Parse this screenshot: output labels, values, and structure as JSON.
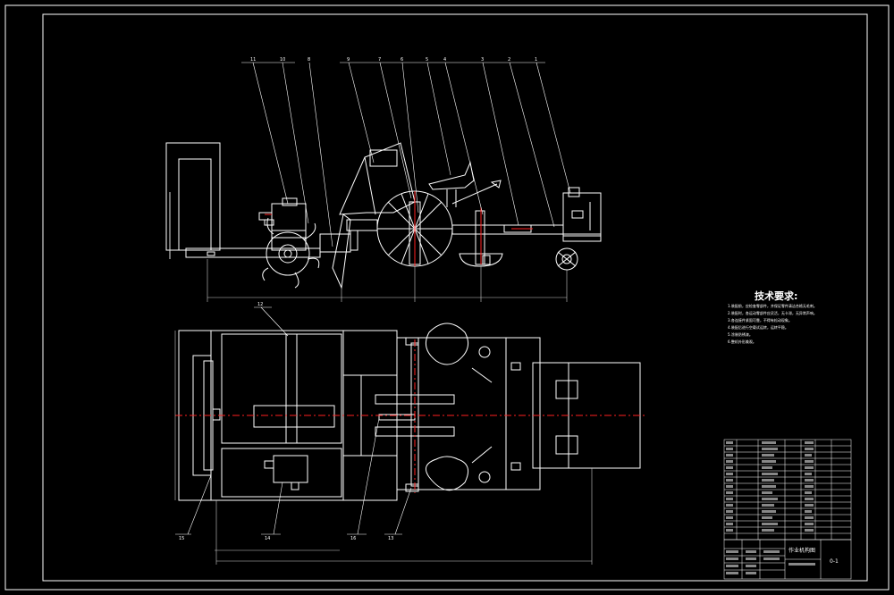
{
  "technical_requirements": {
    "title": "技术要求:",
    "items": [
      "1.装配前，应检查零部件，并保证零件清洁合格无毛刺。",
      "2.装配时，各运动零部件应灵活，无卡滞，无异常声响。",
      "3.各连接件紧固可靠，不得有松动现象。",
      "4.装配后进行空载试运转，运转平稳。",
      "5.涂装防锈漆。",
      "6.整机外形美观。"
    ]
  },
  "part_callouts_top": [
    "11",
    "10",
    "8",
    "9",
    "7",
    "6",
    "5",
    "4",
    "3",
    "2",
    "1"
  ],
  "part_callouts_bottom": [
    "12",
    "15",
    "14",
    "16",
    "13"
  ],
  "title_block": {
    "drawing_name": "作业机构图",
    "drawing_number": "0-1"
  },
  "colors": {
    "background": "#000000",
    "line": "#ffffff",
    "centerline": "#ff2020"
  }
}
